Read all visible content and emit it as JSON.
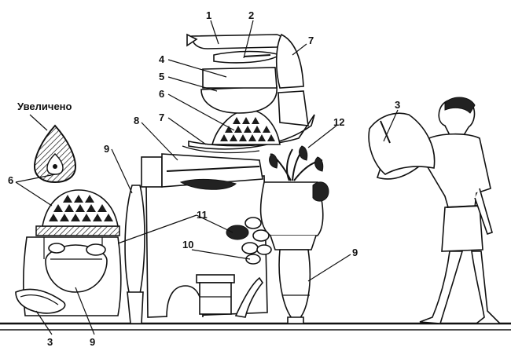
{
  "caption": "Увеличено",
  "labels": {
    "l1": "1",
    "l2": "2",
    "l3a": "3",
    "l3b": "3",
    "l4": "4",
    "l5": "5",
    "l6a": "6",
    "l6b": "6",
    "l7a": "7",
    "l7b": "7",
    "l8": "8",
    "l9a": "9",
    "l9b": "9",
    "l9c": "9",
    "l10": "10",
    "l11": "11",
    "l12": "12"
  }
}
